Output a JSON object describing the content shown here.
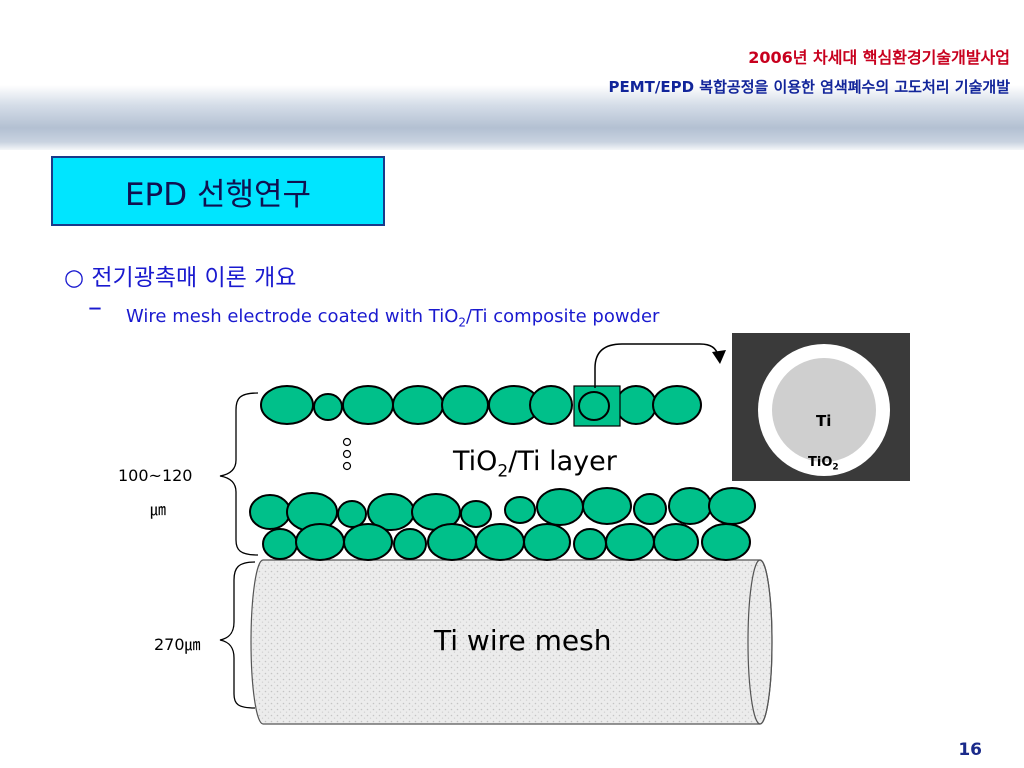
{
  "header": {
    "line1": "2006년 차세대 핵심환경기술개발사업",
    "line2": "PEMT/EPD 복합공정을 이용한 염색폐수의 고도처리 기술개발"
  },
  "title": "EPD 선행연구",
  "bullet": {
    "symbol": "○",
    "text": "전기광촉매 이론 개요"
  },
  "subitem": {
    "dash": "–",
    "text_before": "Wire mesh electrode coated with TiO",
    "subscript": "2",
    "text_after": "/Ti composite powder"
  },
  "diagram": {
    "thickness_layer_value": "100~120",
    "thickness_layer_unit": "㎛",
    "thickness_mesh": "270㎛",
    "layer_label_main": "TiO",
    "layer_label_sub": "2",
    "layer_label_tail": "/Ti layer",
    "mesh_label": "Ti wire mesh",
    "particle_core_label": "Ti",
    "particle_shell_label_main": "TiO",
    "particle_shell_label_sub": "2",
    "ellipsis_dots": "∘∘∘"
  },
  "colors": {
    "particle_fill": "#00c08a",
    "title_box": "#00e5ff",
    "header_red": "#c8001e",
    "header_blue": "#12259a",
    "text_blue": "#1a1acf"
  },
  "page_number": "16"
}
